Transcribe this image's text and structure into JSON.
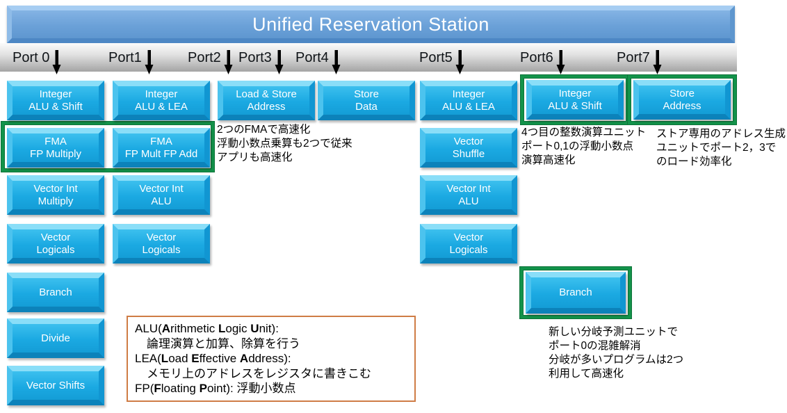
{
  "title": "Unified Reservation Station",
  "ports": [
    {
      "label": "Port 0"
    },
    {
      "label": "Port1"
    },
    {
      "label": "Port2"
    },
    {
      "label": "Port3"
    },
    {
      "label": "Port4"
    },
    {
      "label": "Port5"
    },
    {
      "label": "Port6"
    },
    {
      "label": "Port7"
    }
  ],
  "boxes": {
    "port0": [
      "Integer\nALU & Shift",
      "FMA\nFP Multiply",
      "Vector Int\nMultiply",
      "Vector\nLogicals",
      "Branch",
      "Divide",
      "Vector Shifts"
    ],
    "port1": [
      "Integer\nALU & LEA",
      "FMA\nFP Mult FP Add",
      "Vector Int\nALU",
      "Vector\nLogicals"
    ],
    "port2_3": [
      "Load & Store\nAddress"
    ],
    "port4": [
      "Store\nData"
    ],
    "port5": [
      "Integer\nALU & LEA",
      "Vector\nShuffle",
      "Vector Int\nALU",
      "Vector\nLogicals"
    ],
    "port6": [
      "Integer\nALU & Shift",
      "Branch"
    ],
    "port7": [
      "Store\nAddress"
    ]
  },
  "notes": {
    "fma": "2つのFMAで高速化\n浮動小数点乗算も2つで従来\nアプリも高速化",
    "port6": "4つ目の整数演算ユニット\nポート0,1の浮動小数点\n演算高速化",
    "port7": "ストア専用のアドレス生成\nユニットでポート2，3で\nのロード効率化",
    "branch": "新しい分岐予測ユニットで\nポート0の混雑解消\n分岐が多いプログラムは2つ\n利用して高速化"
  },
  "legend": {
    "lines": [
      [
        {
          "t": "ALU("
        },
        {
          "t": "A",
          "b": true
        },
        {
          "t": "rithmetic "
        },
        {
          "t": "L",
          "b": true
        },
        {
          "t": "ogic "
        },
        {
          "t": "U",
          "b": true
        },
        {
          "t": "nit):"
        }
      ],
      [
        {
          "t": "　論理演算と加算、除算を行う"
        }
      ],
      [
        {
          "t": "LEA("
        },
        {
          "t": "L",
          "b": true
        },
        {
          "t": "oad "
        },
        {
          "t": "E",
          "b": true
        },
        {
          "t": "ffective "
        },
        {
          "t": "A",
          "b": true
        },
        {
          "t": "ddress):"
        }
      ],
      [
        {
          "t": "　メモリ上のアドレスをレジスタに書きこむ"
        }
      ],
      [
        {
          "t": "FP("
        },
        {
          "t": "F",
          "b": true
        },
        {
          "t": "loating "
        },
        {
          "t": "P",
          "b": true
        },
        {
          "t": "oint): 浮動小数点"
        }
      ]
    ]
  },
  "colors": {
    "box_fill": "#1ba9e2",
    "banner_fill": "#6fa6da",
    "highlight_green": "#13934a",
    "legend_border": "#cf7c45",
    "arrow": "#000000"
  },
  "icons": {
    "port_arrow": "down-arrow"
  }
}
